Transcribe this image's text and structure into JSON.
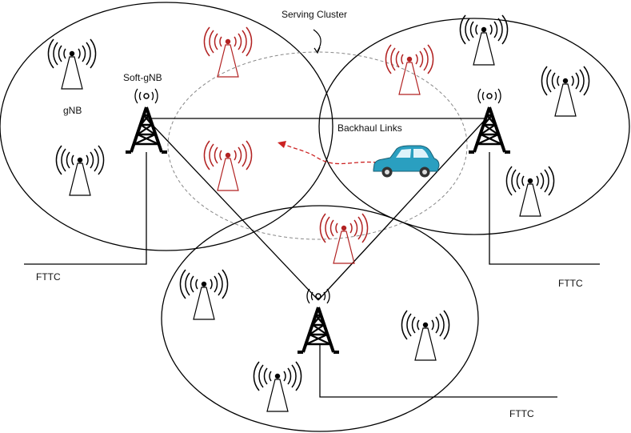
{
  "labels": {
    "serving_cluster": "Serving Cluster",
    "soft_gnb": "Soft-gNB",
    "gnb": "gNB",
    "backhaul_links": "Backhaul Links",
    "fttc_left": "FTTC",
    "fttc_right": "FTTC",
    "fttc_bottom": "FTTC"
  },
  "colors": {
    "line": "#000000",
    "serving_cluster_antenna": "#b22222",
    "serving_cluster_boundary": "#888888",
    "car_body": "#2a9fc0",
    "car_window": "#dff3fa",
    "mobility_arrow": "#cc2222"
  },
  "icons": {
    "gnb": "gnb-antenna-icon",
    "soft_gnb": "lattice-tower-icon",
    "vehicle": "car-icon"
  }
}
